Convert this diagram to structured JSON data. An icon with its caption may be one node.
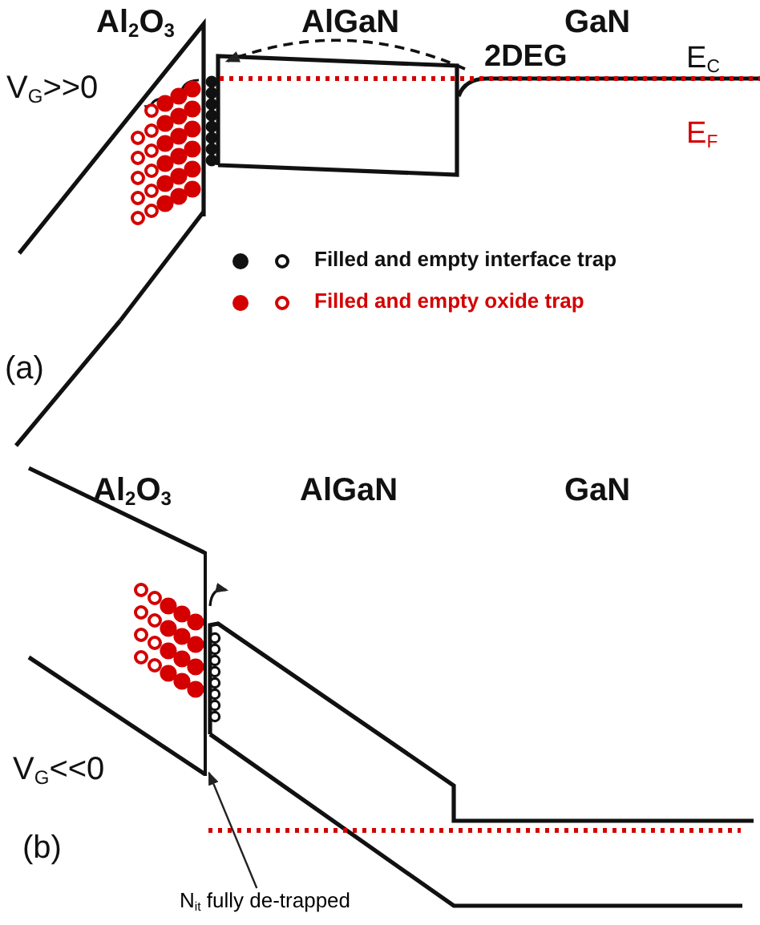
{
  "diagram": {
    "nodes": [
      {
        "text": [
          "N$_{it}$ fully de-trapped"
        ]
      },
      {
        "text": [],
        "shape": "bar"
      }
    ],
    "edges": [
      {
        "from": 0,
        "to": 1,
        "arrow": "to"
      }
    ],
    "labels": [
      "Al$_{2}$O$_{3}$",
      "AlGaN",
      "GaN",
      "V$_{G}$>>0",
      "2DEG",
      "E$_{C}$",
      "E$_{F}$",
      "(a)",
      "Al$_{2}$O$_{3}$",
      "AlGaN",
      "GaN",
      "V$_{G}$<<0",
      "(b)"
    ],
    "legend": [
      {
        "text": "Filled and empty interface trap"
      },
      {
        "text": "Filled and empty oxide trap"
      }
    ]
  }
}
